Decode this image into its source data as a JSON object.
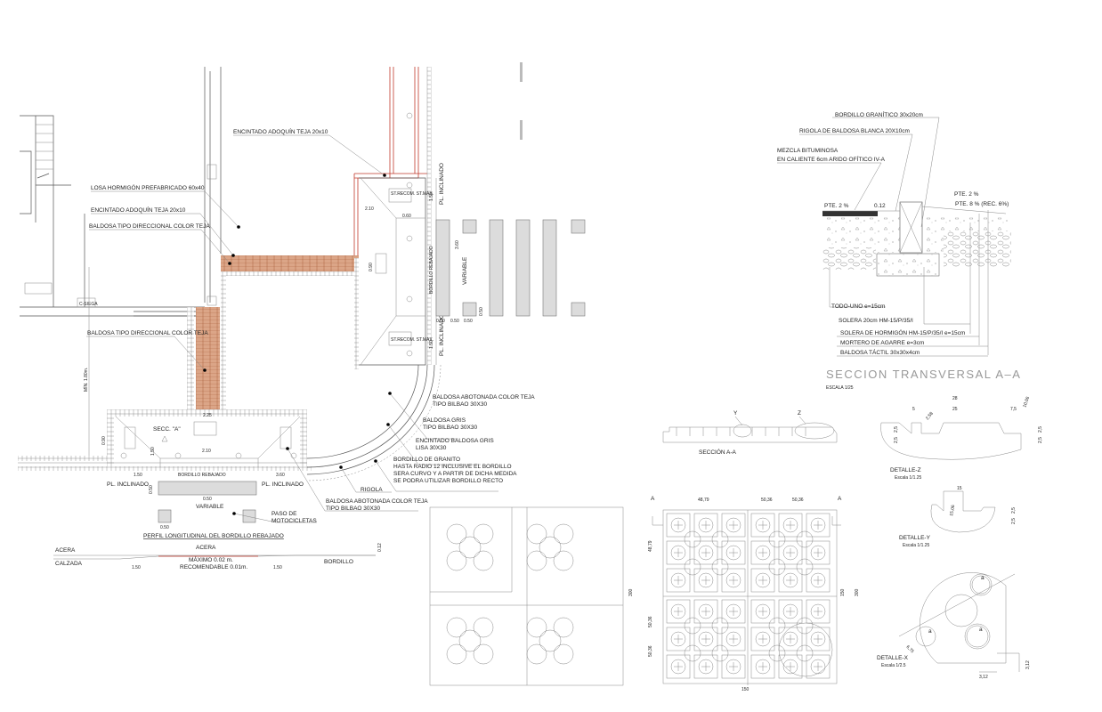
{
  "plan": {
    "encintado_adoquin_top": "ENCINTADO ADOQUÍN TEJA 20x10",
    "losa_hormigon": "LOSA HORMIGÓN PREFABRICADO 60x40",
    "encintado_adoquin": "ENCINTADO ADOQUÍN TEJA 20x10",
    "baldosa_direccional_1": "BALDOSA TIPO DIRECCIONAL COLOR TEJA",
    "baldosa_direccional_2": "BALDOSA TIPO DIRECCIONAL COLOR TEJA",
    "c_siega": "C-SIEGA",
    "min_label": "MÍN. 1.80m.",
    "pl_inclinado_1": "PL. INCLINADO",
    "pl_inclinado_2": "PL. INCLINADO",
    "pl_inclinado_3": "PL. INCLINADO",
    "pl_inclinado_4": "PL. INCLINADO",
    "bordillo_rebajado_v": "BORDILLO REBAJADO",
    "bordillo_rebajado_h": "BORDILLO REBAJADO",
    "variable_v": "VARIABLE",
    "variable_h": "VARIABLE",
    "secc_a": "SECC. \"A\"",
    "dims": [
      "2.10",
      "0.60",
      "1.50",
      "1.50",
      "3.60",
      "0.50",
      "0.50",
      "0.50",
      "0.50",
      "0.90",
      "2.25",
      "2.10",
      "0.90",
      "1.50",
      "1.50",
      "3.60",
      "0.50",
      "0.50",
      "0.50"
    ],
    "sign_text": "ST.RECOM. ST.MAX.",
    "baldosa_abotonada_curve": [
      "BALDOSA ABOTONADA COLOR TEJA",
      "TIPO BILBAO 30X30"
    ],
    "baldosa_gris": [
      "BALDOSA GRIS",
      "TIPO BILBAO 30X30"
    ],
    "encintado_gris": [
      "ENCINTADO BALDOSA GRIS",
      "LISA 30X30"
    ],
    "bordillo_granito": [
      "BORDILLO DE GRANITO",
      "HASTA RADIO 12 INCLUSIVE EL BORDILLO",
      "SERA CURVO Y A PARTIR DE DICHA MEDIDA",
      "SE PODRA UTILIZAR BORDILLO RECTO"
    ],
    "rigola": "RIGOLA",
    "baldosa_abotonada_lower": [
      "BALDOSA ABOTONADA COLOR TEJA",
      "TIPO BILBAO 30X30"
    ],
    "paso_moto": [
      "PASO DE",
      "MOTOCICLETAS"
    ]
  },
  "profile": {
    "title": "PERFIL LONGITUDINAL DEL BORDILLO REBAJADO",
    "acera_left": "ACERA",
    "acera_center": "ACERA",
    "calzada": "CALZADA",
    "maximo": "MÁXIMO  0.02 m.",
    "recomendable": "RECOMENDABLE 0.01m.",
    "bordillo": "BORDILLO",
    "dim_left": "1.50",
    "dim_right": "1.50",
    "dim_height": "0.12"
  },
  "section": {
    "bordillo_granitico": "BORDILLO GRANÍTICO 30x20cm",
    "rigola_baldosa": "RIGOLA DE BALDOSA BLANCA 20X10cm",
    "mezcla": [
      "MEZCLA BITUMINOSA",
      "EN CALIENTE 6cm ARIDO OFÍTICO IV-A"
    ],
    "pte_left": "PTE. 2 %",
    "pte_right_1": "PTE. 2 %",
    "pte_right_2": "PTE. 8 % (REC. 6%)",
    "dim_012": "0.12",
    "todo_uno": "TODO-UNO e=15cm",
    "solera_20": "SOLERA 20cm HM-15/P/35/I",
    "solera_hormigon": "SOLERA DE HORMIGÓN HM-15/P/35/I e=15cm",
    "mortero": "MORTERO DE AGARRE e=3cm",
    "baldosa_tactil": "BALDOSA TÁCTIL 30x30x4cm",
    "title": "SECCION  TRANSVERSAL  A–A",
    "scale": "ESCALA  1/25"
  },
  "tile": {
    "dim_300": "300"
  },
  "tactile": {
    "seccion_aa": "SECCIÓN A-A",
    "y_label": "Y",
    "z_label": "Z",
    "detalle_z": "DETALLE-Z",
    "detalle_z_scale": "Escala 1/1.25",
    "detalle_y": "DETALLE-Y",
    "detalle_y_scale": "Escala 1/1.25",
    "detalle_x": "DETALLE-X",
    "detalle_x_scale": "Escala 1/2.5",
    "z_dims": [
      "28",
      "25",
      "5",
      "2,58",
      "7,5",
      "10,06",
      "2,5",
      "2,5",
      "2,5",
      "2,5"
    ],
    "y_dims": [
      "15",
      "15,06",
      "2,5",
      "2,5"
    ],
    "x_dims": [
      "6,75",
      "3,12",
      "3,12"
    ],
    "grid_dims": [
      "48,79",
      "50,36",
      "50,36",
      "48,79",
      "50,36",
      "50,36",
      "150",
      "300",
      "150"
    ],
    "section_mark": "A",
    "tile_letter_a": "a"
  }
}
